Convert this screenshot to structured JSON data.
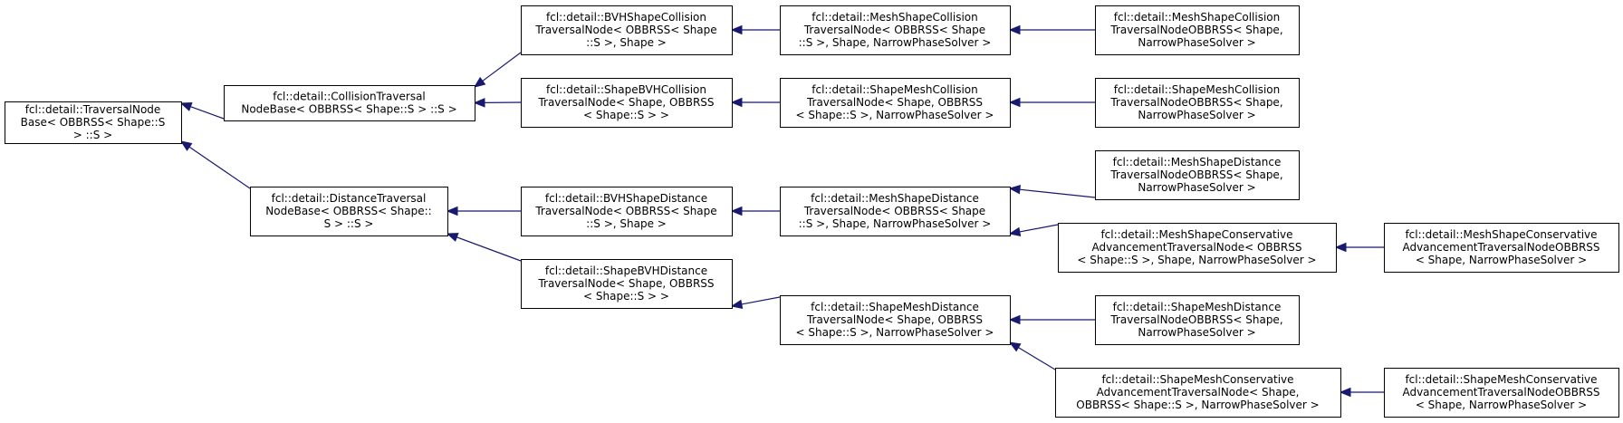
{
  "nodes": [
    {
      "id": "n0",
      "name": "node-traversal-node-base",
      "lines": [
        "fcl::detail::TraversalNode",
        "Base< OBBRSS< Shape::S",
        "> ::S >"
      ]
    },
    {
      "id": "n1",
      "name": "node-collision-traversal-node-base",
      "lines": [
        "fcl::detail::CollisionTraversal",
        "NodeBase< OBBRSS< Shape::S > ::S >"
      ]
    },
    {
      "id": "n2",
      "name": "node-distance-traversal-node-base",
      "lines": [
        "fcl::detail::DistanceTraversal",
        "NodeBase< OBBRSS< Shape::",
        "S > ::S >"
      ]
    },
    {
      "id": "n3",
      "name": "node-bvh-shape-collision-traversal-node",
      "lines": [
        "fcl::detail::BVHShapeCollision",
        "TraversalNode< OBBRSS< Shape",
        "::S >, Shape >"
      ]
    },
    {
      "id": "n4",
      "name": "node-shape-bvh-collision-traversal-node",
      "lines": [
        "fcl::detail::ShapeBVHCollision",
        "TraversalNode< Shape, OBBRSS",
        "< Shape::S > >"
      ]
    },
    {
      "id": "n5",
      "name": "node-bvh-shape-distance-traversal-node",
      "lines": [
        "fcl::detail::BVHShapeDistance",
        "TraversalNode< OBBRSS< Shape",
        "::S >, Shape >"
      ]
    },
    {
      "id": "n6",
      "name": "node-shape-bvh-distance-traversal-node",
      "lines": [
        "fcl::detail::ShapeBVHDistance",
        "TraversalNode< Shape, OBBRSS",
        "< Shape::S > >"
      ]
    },
    {
      "id": "n7",
      "name": "node-mesh-shape-collision-traversal-node",
      "lines": [
        "fcl::detail::MeshShapeCollision",
        "TraversalNode< OBBRSS< Shape",
        "::S >, Shape, NarrowPhaseSolver >"
      ]
    },
    {
      "id": "n8",
      "name": "node-shape-mesh-collision-traversal-node",
      "lines": [
        "fcl::detail::ShapeMeshCollision",
        "TraversalNode< Shape, OBBRSS",
        "< Shape::S >, NarrowPhaseSolver >"
      ]
    },
    {
      "id": "n9",
      "name": "node-mesh-shape-distance-traversal-node",
      "lines": [
        "fcl::detail::MeshShapeDistance",
        "TraversalNode< OBBRSS< Shape",
        "::S >, Shape, NarrowPhaseSolver >"
      ]
    },
    {
      "id": "n10",
      "name": "node-shape-mesh-distance-traversal-node",
      "lines": [
        "fcl::detail::ShapeMeshDistance",
        "TraversalNode< Shape, OBBRSS",
        "< Shape::S >, NarrowPhaseSolver >"
      ]
    },
    {
      "id": "n11",
      "name": "node-mesh-shape-collision-traversal-node-obbrss",
      "lines": [
        "fcl::detail::MeshShapeCollision",
        "TraversalNodeOBBRSS< Shape,",
        "NarrowPhaseSolver >"
      ]
    },
    {
      "id": "n12",
      "name": "node-shape-mesh-collision-traversal-node-obbrss",
      "lines": [
        "fcl::detail::ShapeMeshCollision",
        "TraversalNodeOBBRSS< Shape,",
        "NarrowPhaseSolver >"
      ]
    },
    {
      "id": "n13",
      "name": "node-mesh-shape-distance-traversal-node-obbrss",
      "lines": [
        "fcl::detail::MeshShapeDistance",
        "TraversalNodeOBBRSS< Shape,",
        "NarrowPhaseSolver >"
      ]
    },
    {
      "id": "n14",
      "name": "node-mesh-shape-conservative-advancement-traversal-node",
      "lines": [
        "fcl::detail::MeshShapeConservative",
        "AdvancementTraversalNode< OBBRSS",
        "< Shape::S >, Shape, NarrowPhaseSolver >"
      ]
    },
    {
      "id": "n15",
      "name": "node-shape-mesh-distance-traversal-node-obbrss",
      "lines": [
        "fcl::detail::ShapeMeshDistance",
        "TraversalNodeOBBRSS< Shape,",
        "NarrowPhaseSolver >"
      ]
    },
    {
      "id": "n16",
      "name": "node-shape-mesh-conservative-advancement-traversal-node",
      "lines": [
        "fcl::detail::ShapeMeshConservative",
        "AdvancementTraversalNode< Shape,",
        "OBBRSS< Shape::S >, NarrowPhaseSolver >"
      ]
    },
    {
      "id": "n17",
      "name": "node-mesh-shape-conservative-advancement-traversal-node-obbrss",
      "lines": [
        "fcl::detail::MeshShapeConservative",
        "AdvancementTraversalNodeOBBRSS",
        "< Shape, NarrowPhaseSolver >"
      ]
    },
    {
      "id": "n18",
      "name": "node-shape-mesh-conservative-advancement-traversal-node-obbrss",
      "lines": [
        "fcl::detail::ShapeMeshConservative",
        "AdvancementTraversalNodeOBBRSS",
        "< Shape, NarrowPhaseSolver >"
      ]
    }
  ],
  "edges": [
    {
      "from": "n1",
      "to": "n0"
    },
    {
      "from": "n2",
      "to": "n0"
    },
    {
      "from": "n3",
      "to": "n1"
    },
    {
      "from": "n4",
      "to": "n1"
    },
    {
      "from": "n5",
      "to": "n2"
    },
    {
      "from": "n6",
      "to": "n2"
    },
    {
      "from": "n7",
      "to": "n3"
    },
    {
      "from": "n8",
      "to": "n4"
    },
    {
      "from": "n9",
      "to": "n5"
    },
    {
      "from": "n10",
      "to": "n6"
    },
    {
      "from": "n11",
      "to": "n7"
    },
    {
      "from": "n12",
      "to": "n8"
    },
    {
      "from": "n13",
      "to": "n9"
    },
    {
      "from": "n14",
      "to": "n9"
    },
    {
      "from": "n15",
      "to": "n10"
    },
    {
      "from": "n16",
      "to": "n10"
    },
    {
      "from": "n17",
      "to": "n14"
    },
    {
      "from": "n18",
      "to": "n16"
    }
  ],
  "colors": {
    "edge": "#191970",
    "node_border": "#000000",
    "background": "#ffffff"
  }
}
